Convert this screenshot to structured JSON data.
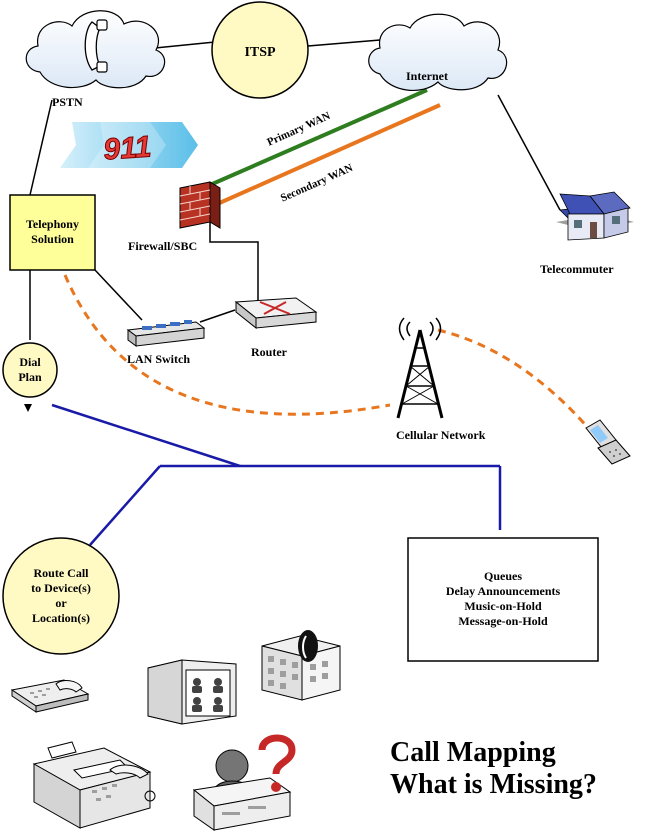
{
  "nodes": {
    "pstn": "PSTN",
    "itsp": "ITSP",
    "internet": "Internet",
    "emergency": "911",
    "primary_wan": "Primary WAN",
    "secondary_wan": "Secondary WAN",
    "firewall": "Firewall/SBC",
    "telephony_solution": [
      "Telephony",
      "Solution"
    ],
    "lan_switch": "LAN Switch",
    "router": "Router",
    "dial_plan": [
      "Dial",
      "Plan"
    ],
    "cellular_network": "Cellular Network",
    "telecommuter": "Telecommuter",
    "route_call": [
      "Route Call",
      "to Device(s)",
      "or",
      "Location(s)"
    ],
    "queues_box": [
      "Queues",
      "Delay Announcements",
      "Music-on-Hold",
      "Message-on-Hold"
    ]
  },
  "title": [
    "Call Mapping",
    "What is Missing?"
  ],
  "colors": {
    "primary_wan": "#2e7d1f",
    "secondary_wan": "#e8761f",
    "wireless_dashed": "#e8761f",
    "call_route_line": "#1a1aa8",
    "bubble_fill": "#fff9c4",
    "box_fill": "#ffff99",
    "brick": "#b83224",
    "badge_911_fill": "#e53935",
    "badge_911_bg": "#8fd3f0"
  },
  "icons": [
    "phone-icon",
    "cloud-icon",
    "firewall-icon",
    "lan-switch-icon",
    "router-icon",
    "cell-tower-icon",
    "house-icon",
    "flip-phone-icon",
    "desk-phone-icon",
    "video-phone-icon",
    "building-phone-icon",
    "fax-machine-icon",
    "question-person-icon"
  ]
}
